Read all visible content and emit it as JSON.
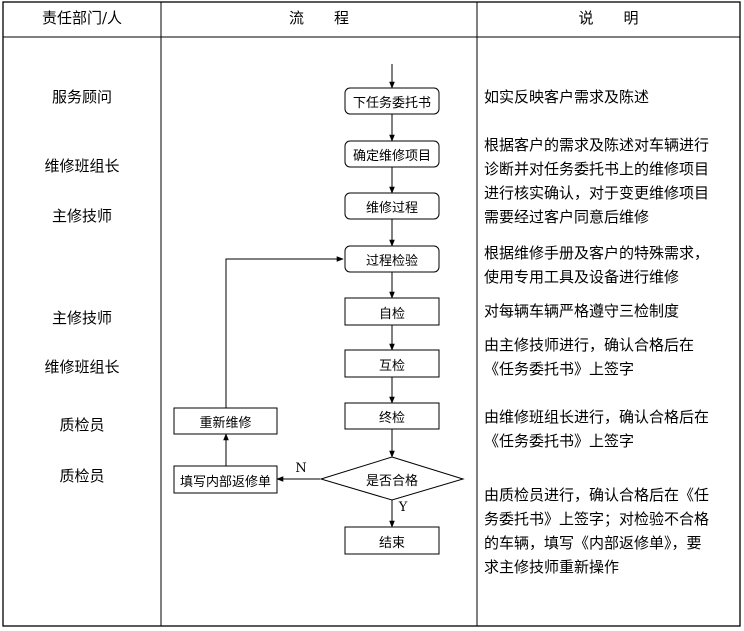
{
  "header": {
    "col1": "责任部门/人",
    "col2": "流　　程",
    "col3": "说　　明"
  },
  "roles": [
    "服务顾问",
    "维修班组长",
    "主修技师",
    "主修技师",
    "维修班组长",
    "质检员",
    "质检员"
  ],
  "nodes": {
    "task_order": "下任务委托书",
    "confirm_items": "确定维修项目",
    "repair_process": "维修过程",
    "process_inspection": "过程检验",
    "self_check": "自检",
    "mutual_check": "互检",
    "final_check": "终检",
    "is_qualified": "是否合格",
    "end": "结束",
    "rework": "重新维修",
    "fill_return_form": "填写内部返修单"
  },
  "edge_labels": {
    "no": "N",
    "yes": "Y"
  },
  "descriptions": [
    [
      "如实反映客户需求及陈述"
    ],
    [
      "根据客户的需求及陈述对车辆进行",
      "诊断并对任务委托书上的维修项目",
      "进行核实确认，对于变更维修项目",
      "需要经过客户同意后维修"
    ],
    [
      "根据维修手册及客户的特殊需求，",
      "使用专用工具及设备进行维修"
    ],
    [
      "对每辆车辆严格遵守三检制度"
    ],
    [
      "由主修技师进行，确认合格后在",
      "《任务委托书》上签字"
    ],
    [
      "由维修班组长进行，确认合格后在",
      "《任务委托书》上签字"
    ],
    [
      "由质检员进行，确认合格后在《任",
      "务委托书》上签字；对检验不合格",
      "的车辆，填写《内部返修单》，要",
      "求主修技师重新操作"
    ]
  ]
}
